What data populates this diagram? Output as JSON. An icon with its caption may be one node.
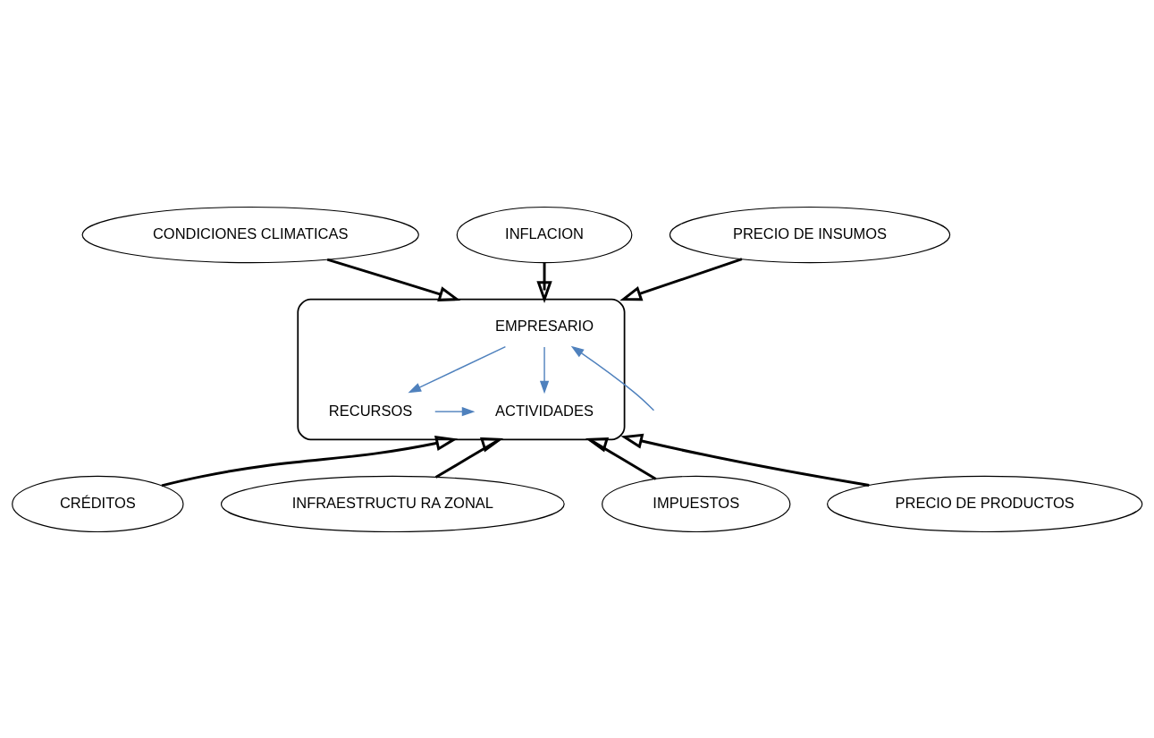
{
  "diagram": {
    "nodes": [
      {
        "text": [
          "CONDICIONES CLIMATICAS"
        ]
      },
      {
        "text": [
          "INFLACION"
        ]
      },
      {
        "text": [
          "PRECIO DE INSUMOS"
        ]
      },
      {
        "text": [],
        "shape": "ellipse"
      },
      {
        "text": [
          "EMPRESARIO"
        ],
        "in": 3
      },
      {
        "text": [
          "RECURSOS"
        ],
        "in": 3
      },
      {
        "text": [
          "ACTIVIDADES"
        ],
        "in": 3
      },
      {
        "text": [
          "CRÉDITOS"
        ]
      },
      {
        "text": [
          "INFRAESTRUCTU RA ZONAL"
        ]
      },
      {
        "text": [
          "IMPUESTOS"
        ]
      },
      {
        "text": [
          "PRECIO DE PRODUCTOS"
        ]
      }
    ],
    "edges": [
      {
        "from": 1,
        "to": 3,
        "arrow": "to"
      },
      {
        "from": 0,
        "to": 3,
        "arrow": "to"
      },
      {
        "from": 2,
        "to": 3,
        "arrow": "to"
      },
      {
        "from": 4,
        "to": 5,
        "arrow": "to",
        "color": "#4f81bd"
      },
      {
        "from": 4,
        "to": 6,
        "arrow": "to",
        "color": "#4f81bd"
      },
      {
        "from": 5,
        "to": 6,
        "arrow": "to",
        "color": "#4f81bd"
      },
      {
        "from": null,
        "to": 4,
        "arrow": "to",
        "color": "#4f81bd"
      },
      {
        "from": 7,
        "to": 3,
        "arrow": "to"
      },
      {
        "from": 9,
        "to": 3,
        "arrow": "to"
      },
      {
        "from": 10,
        "to": 3,
        "arrow": "to"
      },
      {
        "from": 8,
        "to": 3,
        "arrow": "to"
      }
    ]
  }
}
